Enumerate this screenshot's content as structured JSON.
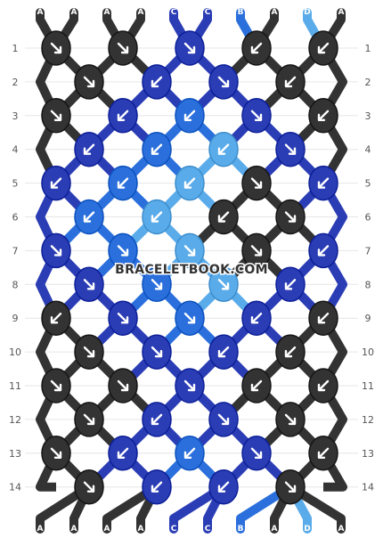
{
  "watermark": "BRACELETBOOK.COM",
  "colors": {
    "A": "#333333",
    "B": "#2a6fdc",
    "C": "#2b3db5",
    "D": "#5aabea"
  },
  "strands_top": [
    "A",
    "A",
    "A",
    "A",
    "C",
    "C",
    "B",
    "A",
    "D",
    "A"
  ],
  "strands_bottom": [
    "A",
    "A",
    "A",
    "A",
    "C",
    "C",
    "B",
    "A",
    "D",
    "A"
  ],
  "rows": [
    {
      "number": "1",
      "knots": [
        {
          "c": "A",
          "d": "R"
        },
        {
          "c": "A",
          "d": "R"
        },
        {
          "c": "C",
          "d": "R"
        },
        {
          "c": "A",
          "d": "L"
        },
        {
          "c": "A",
          "d": "L"
        }
      ]
    },
    {
      "number": "2",
      "knots": [
        {
          "c": "A",
          "d": "R"
        },
        {
          "c": "C",
          "d": "L"
        },
        {
          "c": "C",
          "d": "R"
        },
        {
          "c": "A",
          "d": "L"
        }
      ]
    },
    {
      "number": "3",
      "knots": [
        {
          "c": "A",
          "d": "R"
        },
        {
          "c": "C",
          "d": "L"
        },
        {
          "c": "B",
          "d": "L"
        },
        {
          "c": "C",
          "d": "R"
        },
        {
          "c": "A",
          "d": "L"
        }
      ]
    },
    {
      "number": "4",
      "knots": [
        {
          "c": "C",
          "d": "L"
        },
        {
          "c": "B",
          "d": "L"
        },
        {
          "c": "D",
          "d": "L"
        },
        {
          "c": "C",
          "d": "R"
        }
      ]
    },
    {
      "number": "5",
      "knots": [
        {
          "c": "C",
          "d": "L"
        },
        {
          "c": "B",
          "d": "L"
        },
        {
          "c": "D",
          "d": "L"
        },
        {
          "c": "A",
          "d": "R"
        },
        {
          "c": "C",
          "d": "L"
        }
      ]
    },
    {
      "number": "6",
      "knots": [
        {
          "c": "B",
          "d": "L"
        },
        {
          "c": "D",
          "d": "L"
        },
        {
          "c": "A",
          "d": "L"
        },
        {
          "c": "A",
          "d": "R"
        }
      ]
    },
    {
      "number": "7",
      "knots": [
        {
          "c": "C",
          "d": "R"
        },
        {
          "c": "B",
          "d": "R"
        },
        {
          "c": "D",
          "d": "R"
        },
        {
          "c": "A",
          "d": "R"
        },
        {
          "c": "C",
          "d": "L"
        }
      ]
    },
    {
      "number": "8",
      "knots": [
        {
          "c": "C",
          "d": "R"
        },
        {
          "c": "B",
          "d": "R"
        },
        {
          "c": "D",
          "d": "R"
        },
        {
          "c": "C",
          "d": "L"
        }
      ]
    },
    {
      "number": "9",
      "knots": [
        {
          "c": "A",
          "d": "L"
        },
        {
          "c": "C",
          "d": "R"
        },
        {
          "c": "B",
          "d": "R"
        },
        {
          "c": "C",
          "d": "L"
        },
        {
          "c": "A",
          "d": "L"
        }
      ]
    },
    {
      "number": "10",
      "knots": [
        {
          "c": "A",
          "d": "R"
        },
        {
          "c": "C",
          "d": "R"
        },
        {
          "c": "C",
          "d": "L"
        },
        {
          "c": "A",
          "d": "L"
        }
      ]
    },
    {
      "number": "11",
      "knots": [
        {
          "c": "A",
          "d": "R"
        },
        {
          "c": "A",
          "d": "R"
        },
        {
          "c": "C",
          "d": "R"
        },
        {
          "c": "A",
          "d": "L"
        },
        {
          "c": "A",
          "d": "L"
        }
      ]
    },
    {
      "number": "12",
      "knots": [
        {
          "c": "A",
          "d": "R"
        },
        {
          "c": "C",
          "d": "L"
        },
        {
          "c": "C",
          "d": "R"
        },
        {
          "c": "A",
          "d": "R"
        }
      ]
    },
    {
      "number": "13",
      "knots": [
        {
          "c": "A",
          "d": "R"
        },
        {
          "c": "C",
          "d": "L"
        },
        {
          "c": "B",
          "d": "L"
        },
        {
          "c": "C",
          "d": "R"
        },
        {
          "c": "A",
          "d": "L"
        }
      ]
    },
    {
      "number": "14",
      "knots": [
        {
          "c": "A",
          "d": "R"
        },
        {
          "c": "C",
          "d": "L"
        },
        {
          "c": "C",
          "d": "L"
        },
        {
          "c": "A",
          "d": "R"
        }
      ]
    }
  ]
}
